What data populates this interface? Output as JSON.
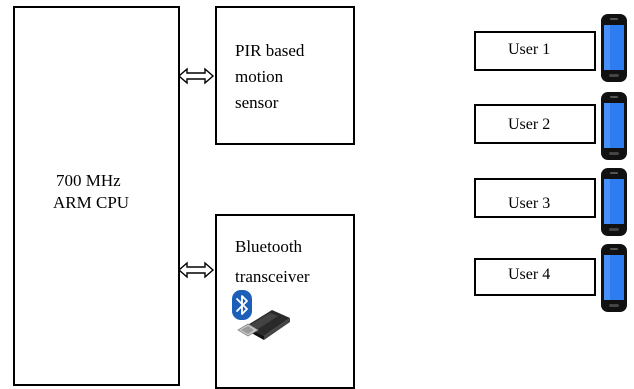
{
  "cpu": {
    "line1": "700 MHz",
    "line2": "ARM CPU"
  },
  "pir": {
    "line1": "PIR based",
    "line2": "motion",
    "line3": "sensor"
  },
  "bt": {
    "line1": "Bluetooth",
    "line2": "transceiver"
  },
  "users": [
    "User 1",
    "User 2",
    "User 3",
    "User 4"
  ],
  "colors": {
    "screen": "#2d7cf0",
    "frame": "#111111",
    "bluetooth": "#1b5fb8"
  }
}
